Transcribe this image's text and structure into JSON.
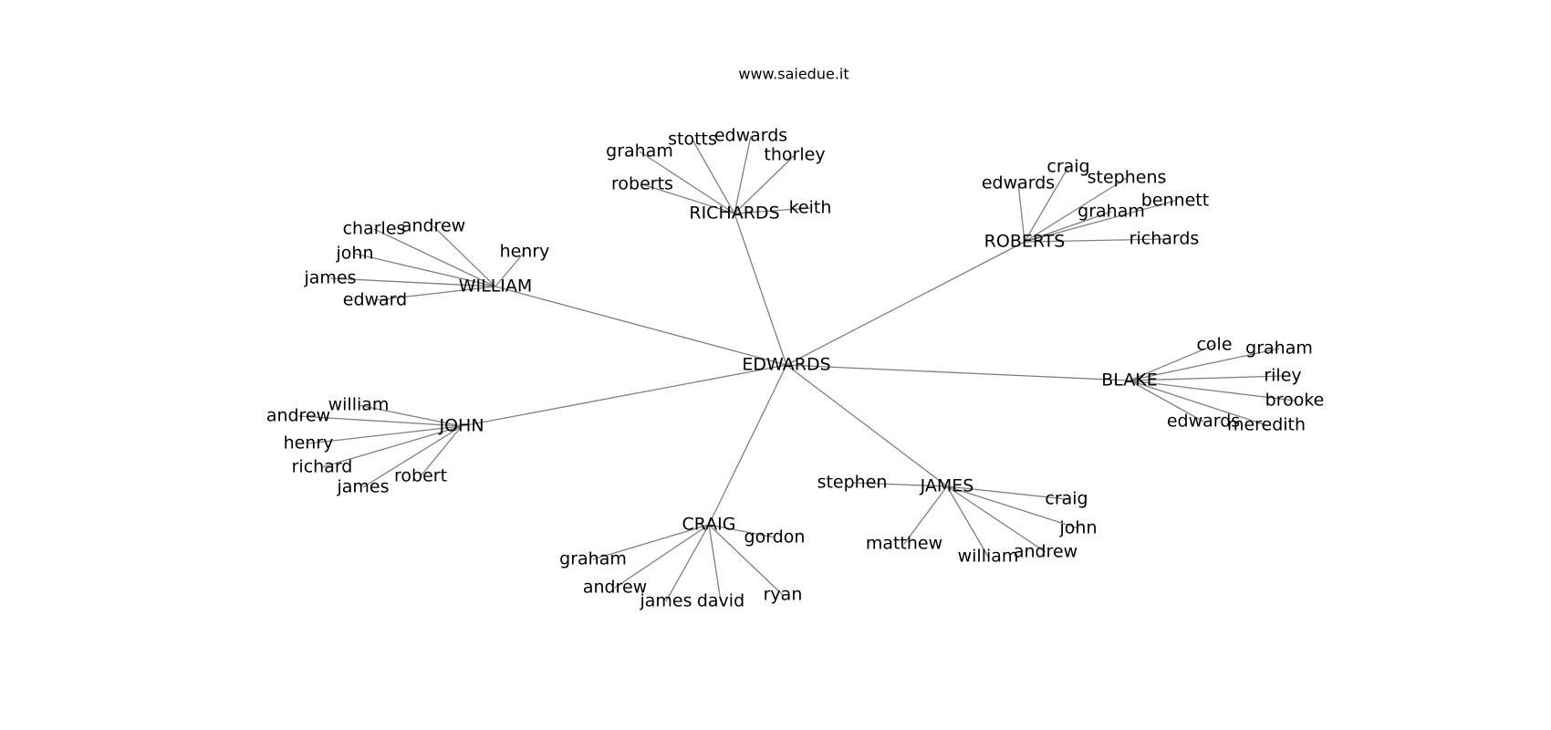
{
  "title": "www.saiedue.it",
  "colors": {
    "edge": "#808080",
    "text": "#000000",
    "background": "#ffffff"
  },
  "graph": {
    "center": "EDWARDS",
    "groups": [
      {
        "label": "RICHARDS",
        "leaves": [
          "graham",
          "stotts",
          "edwards",
          "thorley",
          "roberts",
          "keith"
        ]
      },
      {
        "label": "ROBERTS",
        "leaves": [
          "edwards",
          "craig",
          "stephens",
          "graham",
          "bennett",
          "richards"
        ]
      },
      {
        "label": "WILLIAM",
        "leaves": [
          "charles",
          "andrew",
          "henry",
          "john",
          "james",
          "edward"
        ]
      },
      {
        "label": "BLAKE",
        "leaves": [
          "cole",
          "graham",
          "riley",
          "brooke",
          "edwards",
          "meredith"
        ]
      },
      {
        "label": "JOHN",
        "leaves": [
          "william",
          "andrew",
          "henry",
          "richard",
          "james",
          "robert"
        ]
      },
      {
        "label": "JAMES",
        "leaves": [
          "stephen",
          "craig",
          "john",
          "matthew",
          "william",
          "andrew"
        ]
      },
      {
        "label": "CRAIG",
        "leaves": [
          "gordon",
          "graham",
          "andrew",
          "james",
          "david",
          "ryan"
        ]
      }
    ]
  }
}
